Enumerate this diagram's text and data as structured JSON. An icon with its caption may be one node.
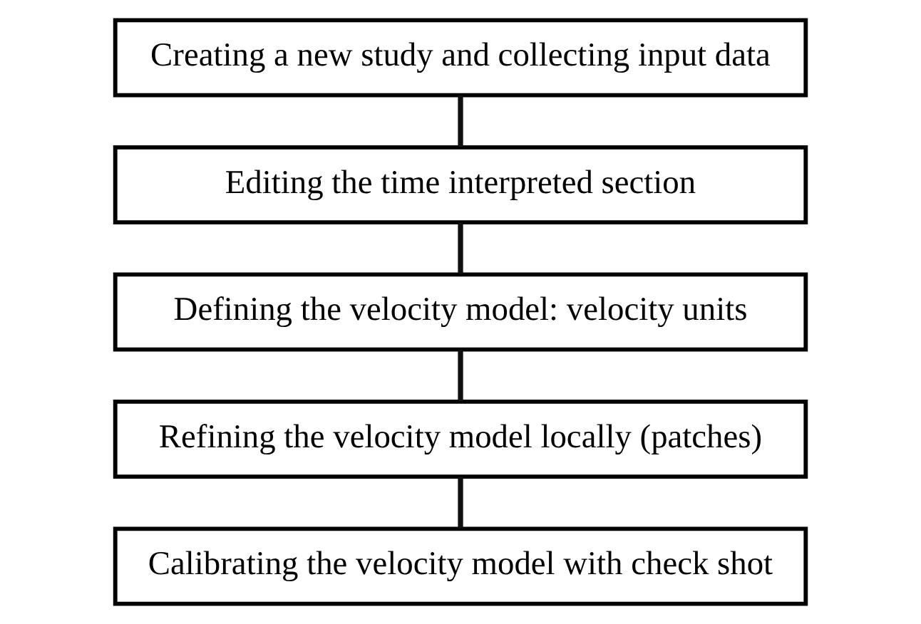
{
  "diagram": {
    "nodes": [
      {
        "text": [
          "Creating a new study and collecting input data"
        ]
      },
      {
        "text": [
          "Editing the time interpreted section"
        ]
      },
      {
        "text": [
          "Defining the velocity model: velocity units"
        ]
      },
      {
        "text": [
          "Refining the velocity model locally (patches)"
        ]
      },
      {
        "text": [
          "Calibrating the velocity model with check shot"
        ]
      }
    ],
    "edges": [
      {
        "from": 0,
        "to": 1,
        "arrow": "none"
      },
      {
        "from": 1,
        "to": 2,
        "arrow": "none"
      },
      {
        "from": 2,
        "to": 3,
        "arrow": "none"
      },
      {
        "from": 3,
        "to": 4,
        "arrow": "none"
      }
    ]
  }
}
